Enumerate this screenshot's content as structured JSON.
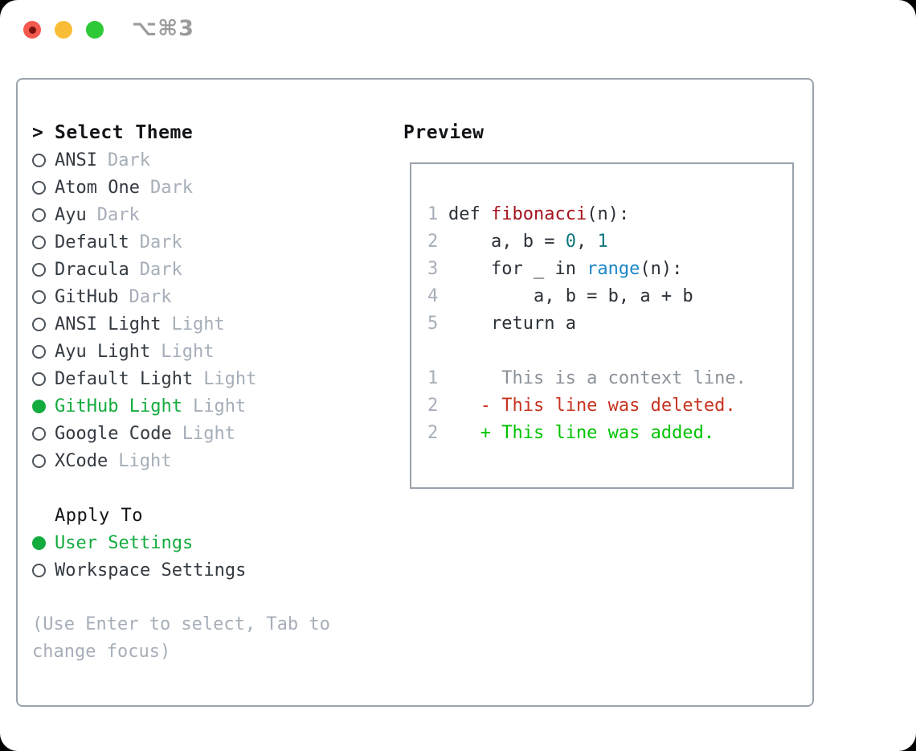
{
  "titlebar": {
    "shortcut": "⌥⌘3"
  },
  "colors": {
    "accent-green": "#14ab3e",
    "muted-gray": "#a6aeb9",
    "code-plain": "#2b3138",
    "code-func-red": "#a5121d",
    "code-number-teal": "#11767d",
    "code-builtin-blue": "#1d86c8",
    "diff-context": "#8b929a",
    "diff-deleted": "#c63420",
    "diff-added": "#00c400",
    "traffic-red": "#f4594e",
    "traffic-red-dot": "#7b130d",
    "traffic-yellow": "#f9bd35",
    "traffic-green": "#2dc937"
  },
  "theme_panel": {
    "prompt": ">",
    "header": "Select Theme",
    "themes": [
      {
        "name": "ANSI",
        "variant": "Dark",
        "selected": false
      },
      {
        "name": "Atom One",
        "variant": "Dark",
        "selected": false
      },
      {
        "name": "Ayu",
        "variant": "Dark",
        "selected": false
      },
      {
        "name": "Default",
        "variant": "Dark",
        "selected": false
      },
      {
        "name": "Dracula",
        "variant": "Dark",
        "selected": false
      },
      {
        "name": "GitHub",
        "variant": "Dark",
        "selected": false
      },
      {
        "name": "ANSI Light",
        "variant": "Light",
        "selected": false
      },
      {
        "name": "Ayu Light",
        "variant": "Light",
        "selected": false
      },
      {
        "name": "Default Light",
        "variant": "Light",
        "selected": false
      },
      {
        "name": "GitHub Light",
        "variant": "Light",
        "selected": true
      },
      {
        "name": "Google Code",
        "variant": "Light",
        "selected": false
      },
      {
        "name": "XCode",
        "variant": "Light",
        "selected": false
      }
    ],
    "apply_to": {
      "header": "Apply To",
      "options": [
        {
          "label": "User Settings",
          "selected": true
        },
        {
          "label": "Workspace Settings",
          "selected": false
        }
      ]
    },
    "hint": "(Use Enter to select, Tab to\nchange focus)"
  },
  "preview": {
    "header": "Preview",
    "lines": [
      {
        "num": "1",
        "tokens": [
          {
            "t": "def ",
            "c": "plain"
          },
          {
            "t": "fibonacci",
            "c": "red"
          },
          {
            "t": "(n):",
            "c": "plain"
          }
        ]
      },
      {
        "num": "2",
        "tokens": [
          {
            "t": "    a, b = ",
            "c": "plain"
          },
          {
            "t": "0",
            "c": "teal"
          },
          {
            "t": ", ",
            "c": "plain"
          },
          {
            "t": "1",
            "c": "teal"
          }
        ]
      },
      {
        "num": "3",
        "tokens": [
          {
            "t": "    for _ in ",
            "c": "plain"
          },
          {
            "t": "range",
            "c": "blue"
          },
          {
            "t": "(n):",
            "c": "plain"
          }
        ]
      },
      {
        "num": "4",
        "tokens": [
          {
            "t": "        a, b = b, a + b",
            "c": "plain"
          }
        ]
      },
      {
        "num": "5",
        "tokens": [
          {
            "t": "    return a",
            "c": "plain"
          }
        ]
      },
      {
        "num": "",
        "tokens": []
      },
      {
        "num": "1",
        "tokens": [
          {
            "t": "     This is a context line.",
            "c": "context"
          }
        ]
      },
      {
        "num": "2",
        "tokens": [
          {
            "t": "   - This line was deleted.",
            "c": "deleted"
          }
        ]
      },
      {
        "num": "2",
        "tokens": [
          {
            "t": "   + This line was added.",
            "c": "added"
          }
        ]
      }
    ]
  }
}
